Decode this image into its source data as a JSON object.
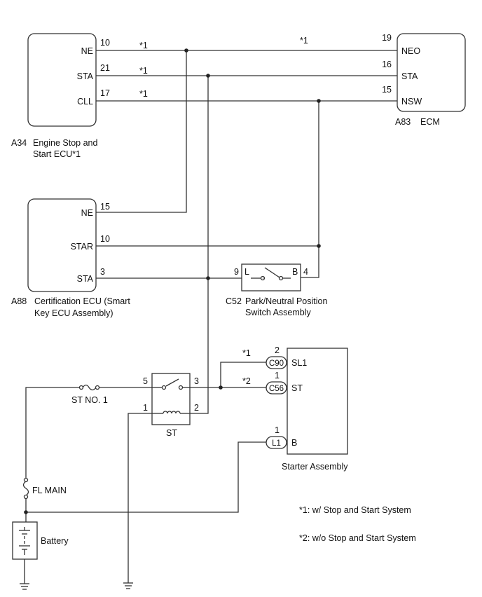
{
  "components": {
    "a34": {
      "ref": "A34",
      "name_line1": "Engine Stop and",
      "name_line2": "Start ECU*1",
      "pins": {
        "ne": {
          "label": "NE",
          "num": "10"
        },
        "sta": {
          "label": "STA",
          "num": "21"
        },
        "cll": {
          "label": "CLL",
          "num": "17"
        }
      }
    },
    "a83": {
      "ref": "A83",
      "name": "ECM",
      "pins": {
        "neo": {
          "label": "NEO",
          "num": "19"
        },
        "sta": {
          "label": "STA",
          "num": "16"
        },
        "nsw": {
          "label": "NSW",
          "num": "15"
        }
      }
    },
    "a88": {
      "ref": "A88",
      "name_line1": "Certification ECU (Smart",
      "name_line2": "Key ECU Assembly)",
      "pins": {
        "ne": {
          "label": "NE",
          "num": "15"
        },
        "star": {
          "label": "STAR",
          "num": "10"
        },
        "sta": {
          "label": "STA",
          "num": "3"
        }
      }
    },
    "c52": {
      "ref": "C52",
      "name_line1": "Park/Neutral Position",
      "name_line2": "Switch Assembly",
      "pin_l": {
        "label": "L",
        "num": "9"
      },
      "pin_b": {
        "label": "B",
        "num": "4"
      }
    },
    "st_relay": {
      "name": "ST",
      "pins": {
        "p5": "5",
        "p3": "3",
        "p1": "1",
        "p2": "2"
      }
    },
    "fuse_st": {
      "name": "ST NO. 1"
    },
    "fuse_fl": {
      "name": "FL MAIN"
    },
    "battery": {
      "name": "Battery"
    },
    "starter": {
      "name": "Starter Assembly",
      "pins": {
        "sl1": {
          "label": "SL1",
          "num": "2",
          "conn": "C90"
        },
        "st": {
          "label": "ST",
          "num": "1",
          "conn": "C56"
        },
        "b": {
          "label": "B",
          "num": "1",
          "conn": "L1"
        }
      }
    }
  },
  "wire_notes": {
    "n1": "*1",
    "n2": "*1",
    "n3": "*1",
    "n4": "*1",
    "n5": "*1",
    "n6": "*2"
  },
  "footnotes": {
    "f1": "*1: w/ Stop and Start System",
    "f2": "*2: w/o Stop and Start System"
  }
}
